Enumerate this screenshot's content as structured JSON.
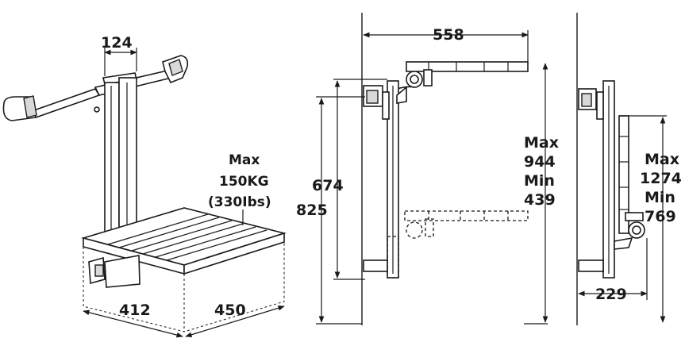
{
  "view_3d": {
    "rail_spacing": "124",
    "load_line1": "Max",
    "load_line2": "150KG",
    "load_line3": "(330Ibs)",
    "depth": "412",
    "width": "450"
  },
  "view_side_open": {
    "projection": "558",
    "height_total": "825",
    "height_seat": "674",
    "adj_max_label": "Max",
    "adj_max_value": "944",
    "adj_min_label": "Min",
    "adj_min_value": "439"
  },
  "view_side_folded": {
    "depth_folded": "229",
    "adj_max_label": "Max",
    "adj_max_value": "1274",
    "adj_min_label": "Min",
    "adj_min_value": "769"
  }
}
